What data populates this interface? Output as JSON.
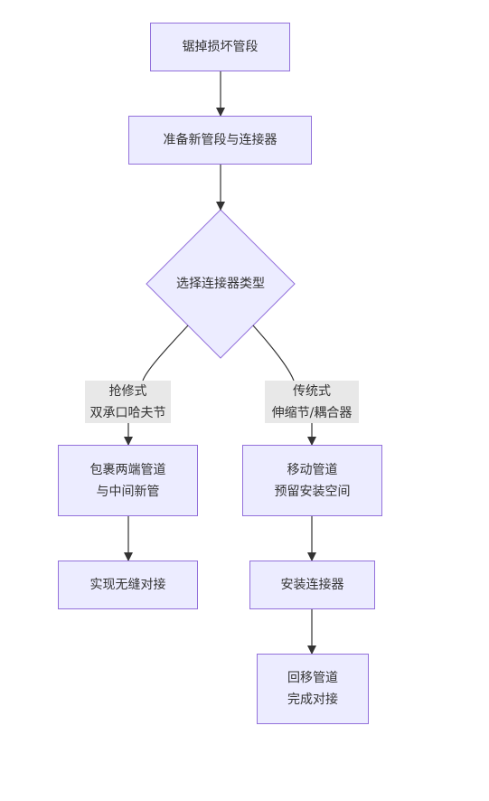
{
  "nodes": {
    "saw_off": "锯掉损坏管段",
    "prepare": "准备新管段与连接器",
    "decision": "选择连接器类型",
    "wrap": [
      "包裹两端管道",
      "与中间新管"
    ],
    "seamless": "实现无缝对接",
    "move": [
      "移动管道",
      "预留安装空间"
    ],
    "install": "安装连接器",
    "return": [
      "回移管道",
      "完成对接"
    ]
  },
  "edge_labels": {
    "left": [
      "抢修式",
      "双承口哈夫节"
    ],
    "right": [
      "传统式",
      "伸缩节/耦合器"
    ]
  },
  "colors": {
    "node_fill": "#ECECFF",
    "node_border": "#9370DB",
    "edge": "#333333",
    "edge_label_bg": "#E8E8E8"
  }
}
